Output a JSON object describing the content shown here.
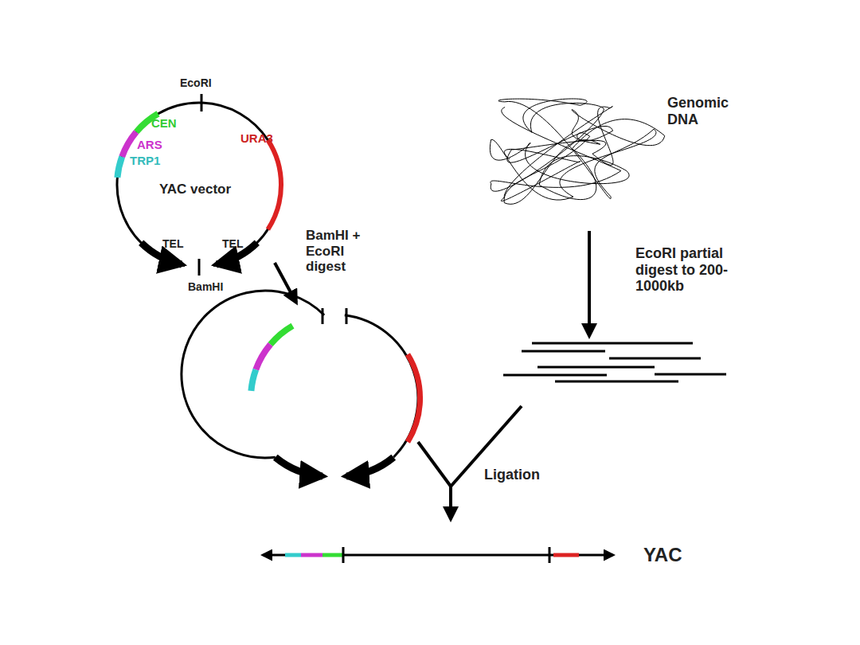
{
  "diagram": {
    "labels": [
      "EcoRI",
      "CEN",
      "ARS",
      "TRP1",
      "YAC vector",
      "URA3",
      "TEL",
      "TEL",
      "BamHI",
      "BamHI + EcoRI digest",
      "Genomic DNA",
      "EcoRI partial digest to 200-1000kb",
      "Ligation",
      "YAC"
    ]
  }
}
